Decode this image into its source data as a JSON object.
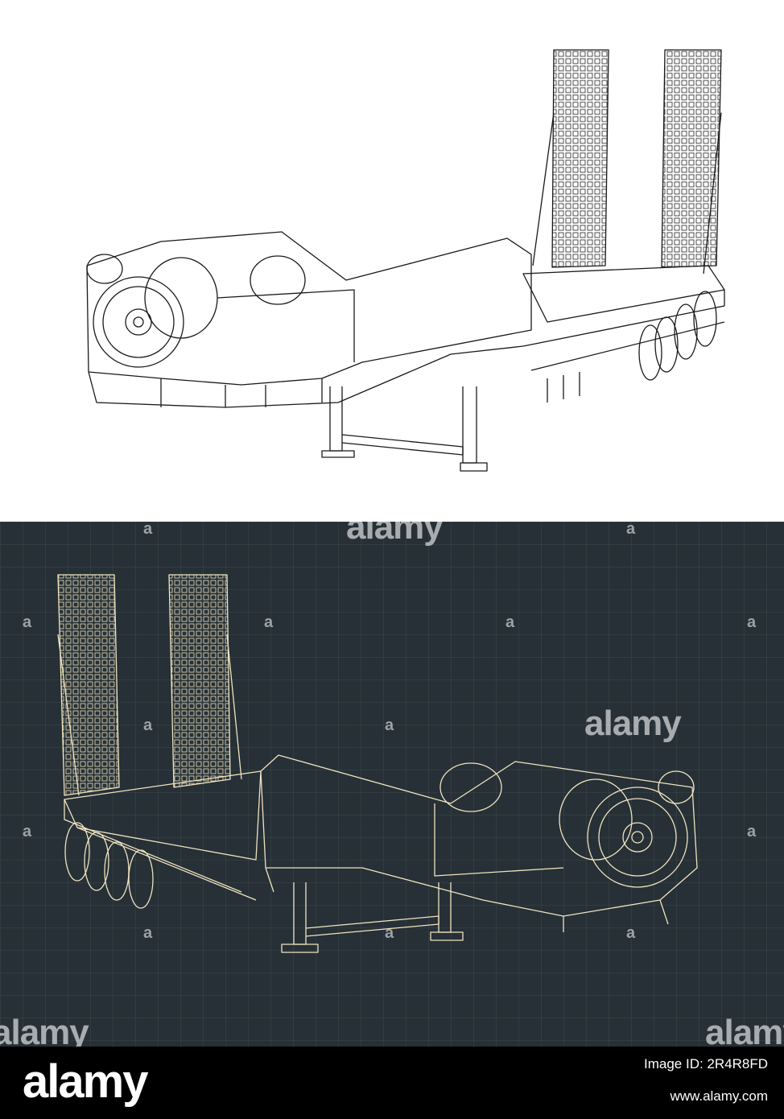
{
  "watermark": {
    "glyph": "a",
    "word": "alamy"
  },
  "footer": {
    "logo": "alamy",
    "image_id": "Image ID: 2R4R8FD",
    "url": "www.alamy.com"
  },
  "colors": {
    "dark_bg": "#263036",
    "blueprint_line": "#f0e3c0",
    "ink": "#1a1a1a"
  }
}
